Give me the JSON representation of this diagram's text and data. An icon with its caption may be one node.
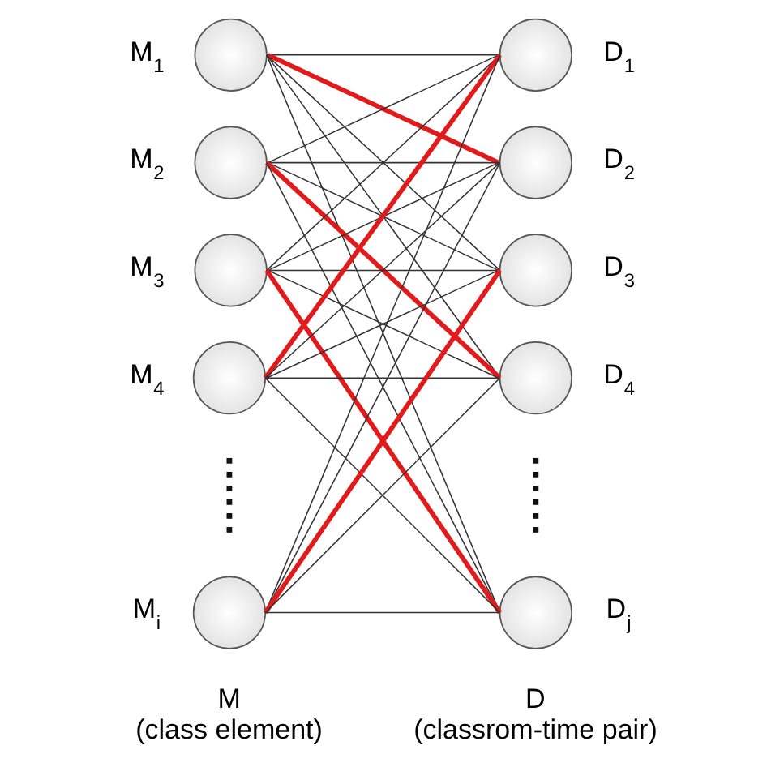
{
  "diagram": {
    "nodes": [
      {
        "text": [],
        "shape": "circle",
        "beside": [
          "M$_{1}$"
        ]
      },
      {
        "text": [],
        "shape": "circle",
        "beside": [
          "M$_{2}$"
        ]
      },
      {
        "text": [],
        "shape": "circle",
        "beside": [
          "M$_{3}$"
        ]
      },
      {
        "text": [],
        "shape": "circle",
        "beside": [
          "M$_{4}$"
        ]
      },
      {
        "text": [],
        "shape": "circle",
        "beside": [
          "M$_{i}$"
        ]
      },
      {
        "text": [],
        "shape": "circle",
        "beside": [
          "D$_{1}$"
        ]
      },
      {
        "text": [],
        "shape": "circle",
        "beside": [
          "D$_{2}$"
        ]
      },
      {
        "text": [],
        "shape": "circle",
        "beside": [
          "D$_{3}$"
        ]
      },
      {
        "text": [],
        "shape": "circle",
        "beside": [
          "D$_{4}$"
        ]
      },
      {
        "text": [],
        "shape": "circle",
        "beside": [
          "D$_{j}$"
        ]
      }
    ],
    "edges": [
      {
        "from": 0,
        "to": 5,
        "arrow": "none"
      },
      {
        "from": 0,
        "to": 6,
        "arrow": "none",
        "style": "thick",
        "color": "#e31a1c"
      },
      {
        "from": 0,
        "to": 7,
        "arrow": "none"
      },
      {
        "from": 0,
        "to": 8,
        "arrow": "none"
      },
      {
        "from": 0,
        "to": 9,
        "arrow": "none"
      },
      {
        "from": 1,
        "to": 5,
        "arrow": "none"
      },
      {
        "from": 1,
        "to": 6,
        "arrow": "none"
      },
      {
        "from": 1,
        "to": 7,
        "arrow": "none"
      },
      {
        "from": 1,
        "to": 8,
        "arrow": "none",
        "style": "thick",
        "color": "#e31a1c"
      },
      {
        "from": 1,
        "to": 9,
        "arrow": "none"
      },
      {
        "from": 2,
        "to": 5,
        "arrow": "none"
      },
      {
        "from": 2,
        "to": 6,
        "arrow": "none"
      },
      {
        "from": 2,
        "to": 7,
        "arrow": "none"
      },
      {
        "from": 2,
        "to": 8,
        "arrow": "none"
      },
      {
        "from": 2,
        "to": 9,
        "arrow": "none",
        "style": "thick",
        "color": "#e31a1c"
      },
      {
        "from": 3,
        "to": 5,
        "arrow": "none",
        "style": "thick",
        "color": "#e31a1c"
      },
      {
        "from": 3,
        "to": 6,
        "arrow": "none"
      },
      {
        "from": 3,
        "to": 7,
        "arrow": "none"
      },
      {
        "from": 3,
        "to": 8,
        "arrow": "none"
      },
      {
        "from": 3,
        "to": 9,
        "arrow": "none"
      },
      {
        "from": 4,
        "to": 5,
        "arrow": "none"
      },
      {
        "from": 4,
        "to": 6,
        "arrow": "none"
      },
      {
        "from": 4,
        "to": 7,
        "arrow": "none",
        "style": "thick",
        "color": "#e31a1c"
      },
      {
        "from": 4,
        "to": 8,
        "arrow": "none"
      },
      {
        "from": 4,
        "to": 9,
        "arrow": "none"
      }
    ],
    "labels": [
      "M",
      "D",
      "(class element)",
      "(classrom-time pair)"
    ]
  }
}
